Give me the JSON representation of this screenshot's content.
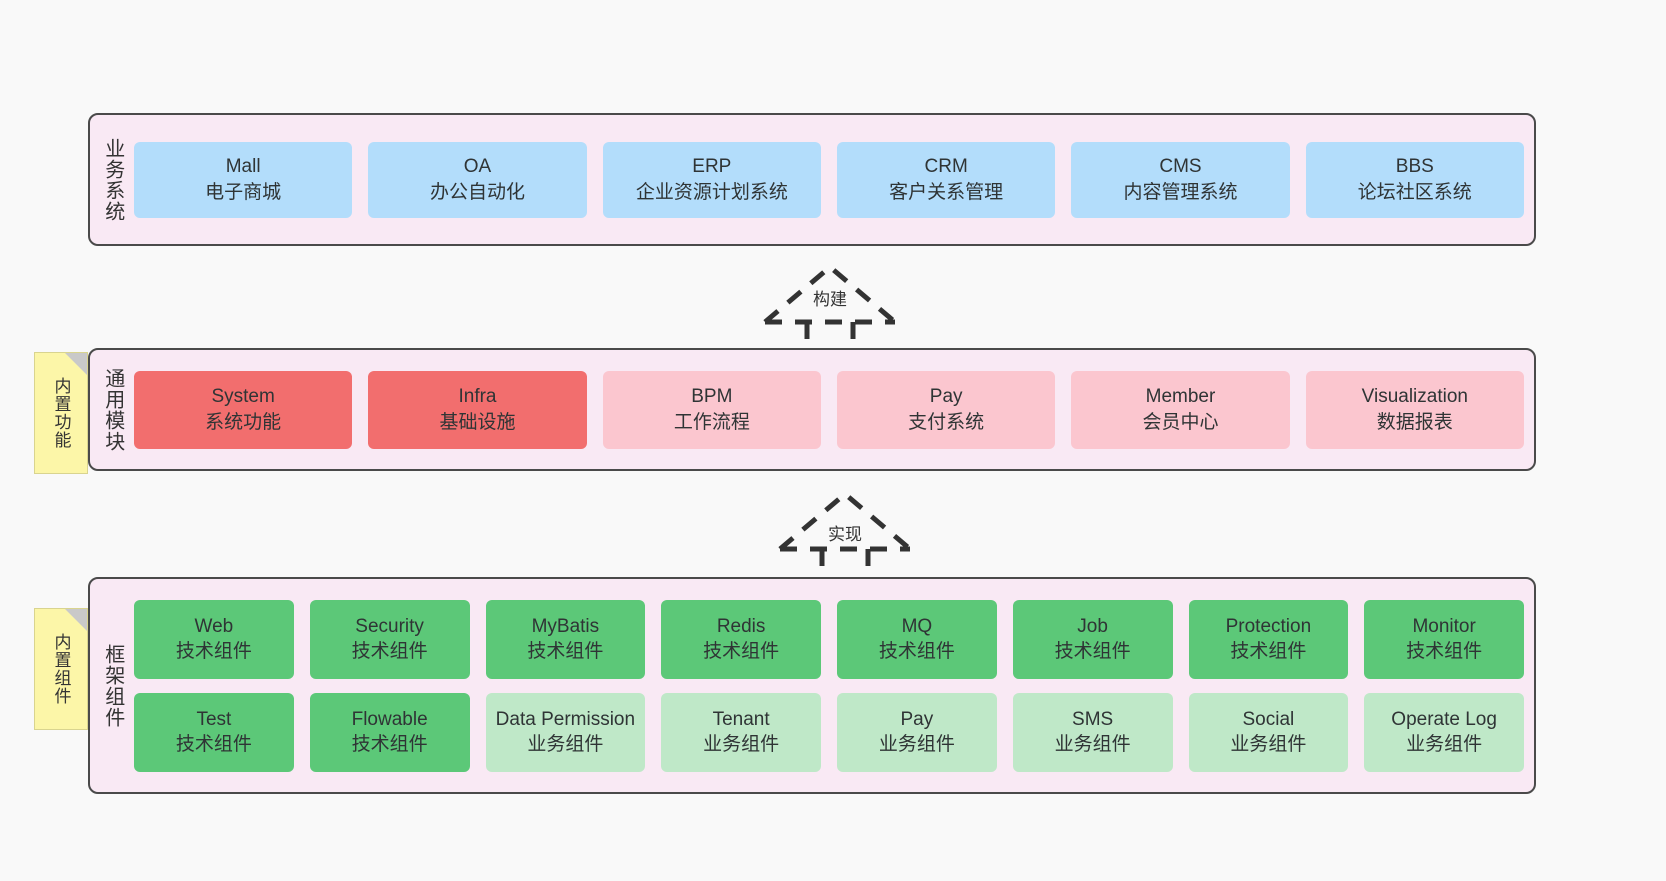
{
  "layers": [
    {
      "id": "business",
      "title": "业务系统",
      "note": null,
      "rows": [
        {
          "style": "blue",
          "cards": [
            {
              "name": "Mall",
              "desc": "电子商城"
            },
            {
              "name": "OA",
              "desc": "办公自动化"
            },
            {
              "name": "ERP",
              "desc": "企业资源计划系统"
            },
            {
              "name": "CRM",
              "desc": "客户关系管理"
            },
            {
              "name": "CMS",
              "desc": "内容管理系统"
            },
            {
              "name": "BBS",
              "desc": "论坛社区系统"
            }
          ]
        }
      ]
    },
    {
      "id": "common",
      "title": "通用模块",
      "note": "内置功能",
      "rows": [
        {
          "cards": [
            {
              "name": "System",
              "desc": "系统功能",
              "style": "red"
            },
            {
              "name": "Infra",
              "desc": "基础设施",
              "style": "red"
            },
            {
              "name": "BPM",
              "desc": "工作流程",
              "style": "pink"
            },
            {
              "name": "Pay",
              "desc": "支付系统",
              "style": "pink"
            },
            {
              "name": "Member",
              "desc": "会员中心",
              "style": "pink"
            },
            {
              "name": "Visualization",
              "desc": "数据报表",
              "style": "pink"
            }
          ]
        }
      ]
    },
    {
      "id": "frame",
      "title": "框架组件",
      "note": "内置组件",
      "rows": [
        {
          "cards": [
            {
              "name": "Web",
              "desc": "技术组件",
              "style": "green"
            },
            {
              "name": "Security",
              "desc": "技术组件",
              "style": "green"
            },
            {
              "name": "MyBatis",
              "desc": "技术组件",
              "style": "green"
            },
            {
              "name": "Redis",
              "desc": "技术组件",
              "style": "green"
            },
            {
              "name": "MQ",
              "desc": "技术组件",
              "style": "green"
            },
            {
              "name": "Job",
              "desc": "技术组件",
              "style": "green"
            },
            {
              "name": "Protection",
              "desc": "技术组件",
              "style": "green"
            },
            {
              "name": "Monitor",
              "desc": "技术组件",
              "style": "green"
            }
          ]
        },
        {
          "cards": [
            {
              "name": "Test",
              "desc": "技术组件",
              "style": "green"
            },
            {
              "name": "Flowable",
              "desc": "技术组件",
              "style": "green"
            },
            {
              "name": "Data Permission",
              "desc": "业务组件",
              "style": "lightgreen"
            },
            {
              "name": "Tenant",
              "desc": "业务组件",
              "style": "lightgreen"
            },
            {
              "name": "Pay",
              "desc": "业务组件",
              "style": "lightgreen"
            },
            {
              "name": "SMS",
              "desc": "业务组件",
              "style": "lightgreen"
            },
            {
              "name": "Social",
              "desc": "业务组件",
              "style": "lightgreen"
            },
            {
              "name": "Operate Log",
              "desc": "业务组件",
              "style": "lightgreen"
            }
          ]
        }
      ]
    }
  ],
  "connectors": [
    {
      "id": "build",
      "label": "构建"
    },
    {
      "id": "impl",
      "label": "实现"
    }
  ],
  "colors": {
    "canvas_bg": "#f9f9f9",
    "layer_bg": "#f9e9f4",
    "layer_border": "#4a4a4a",
    "blue": "#b3ddfb",
    "red": "#f26e6e",
    "pink": "#fbc6cf",
    "green": "#5cc878",
    "lightgreen": "#bfe8c8",
    "note_bg": "#fcf6a8",
    "note_fold": "#c9c9c9",
    "text": "#333333"
  }
}
